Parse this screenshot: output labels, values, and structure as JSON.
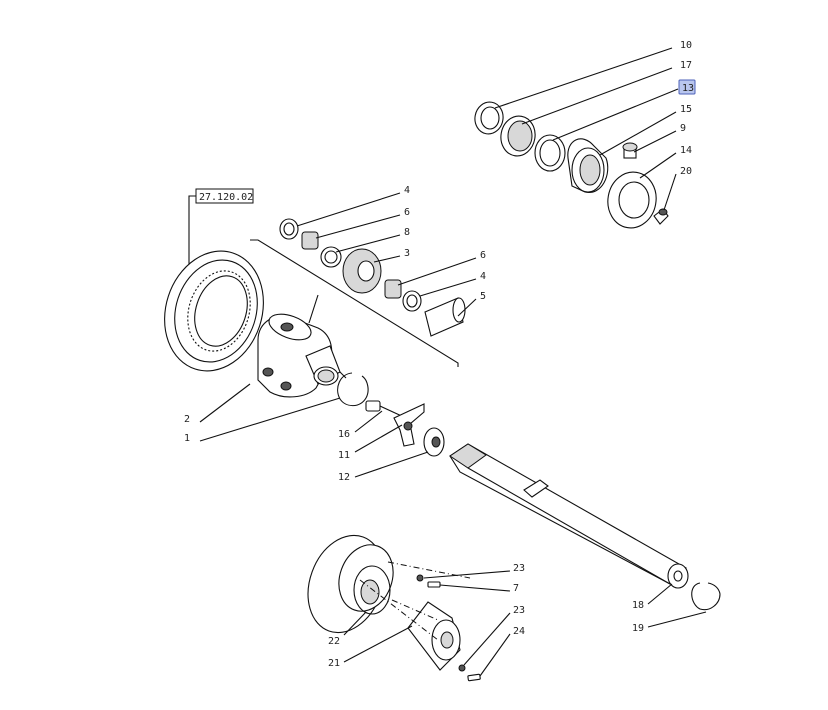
{
  "reference_box": "27.120.02",
  "callouts": {
    "c10": "10",
    "c17": "17",
    "c13": "13",
    "c15": "15",
    "c9": "9",
    "c14": "14",
    "c20": "20",
    "c4a": "4",
    "c6a": "6",
    "c8": "8",
    "c3": "3",
    "c6b": "6",
    "c4b": "4",
    "c5": "5",
    "c2": "2",
    "c1": "1",
    "c16": "16",
    "c11": "11",
    "c12": "12",
    "c23a": "23",
    "c7": "7",
    "c23b": "23",
    "c24": "24",
    "c22": "22",
    "c21": "21",
    "c18": "18",
    "c19": "19"
  },
  "highlighted_callout": "13"
}
